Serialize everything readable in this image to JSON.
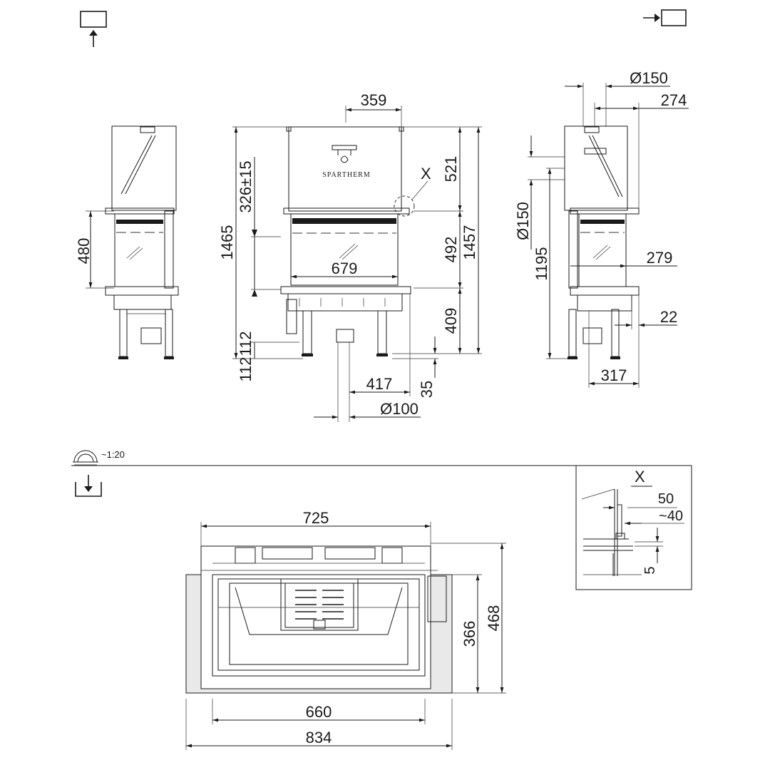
{
  "brand": "SPARTHERM",
  "scale": "~1:20",
  "detail_label": "X",
  "front": {
    "dims": {
      "top_width": "359",
      "total_height": "1465",
      "door_height": "326±15",
      "glass_width": "679",
      "upper_height": "521",
      "glass_height": "492",
      "side_height": "1457",
      "lower_height": "409",
      "foot_height": "112",
      "outlet_offset": "417",
      "floor_gap": "35",
      "inlet_diameter": "Ø100"
    }
  },
  "left_side": {
    "dims": {
      "glass_height": "480"
    }
  },
  "right_side": {
    "dims": {
      "flue_diameter_top": "Ø150",
      "flue_offset": "274",
      "flue_diameter": "Ø150",
      "total_height": "1195",
      "glass_depth": "279",
      "plinth": "22",
      "depth": "317"
    }
  },
  "plan": {
    "dims": {
      "outer_width": "725",
      "inner_depth": "366",
      "total_depth": "468",
      "inner_width": "660",
      "total_width": "834"
    }
  },
  "detail": {
    "dims": {
      "a": "50",
      "b": "~40",
      "c": "5"
    }
  }
}
